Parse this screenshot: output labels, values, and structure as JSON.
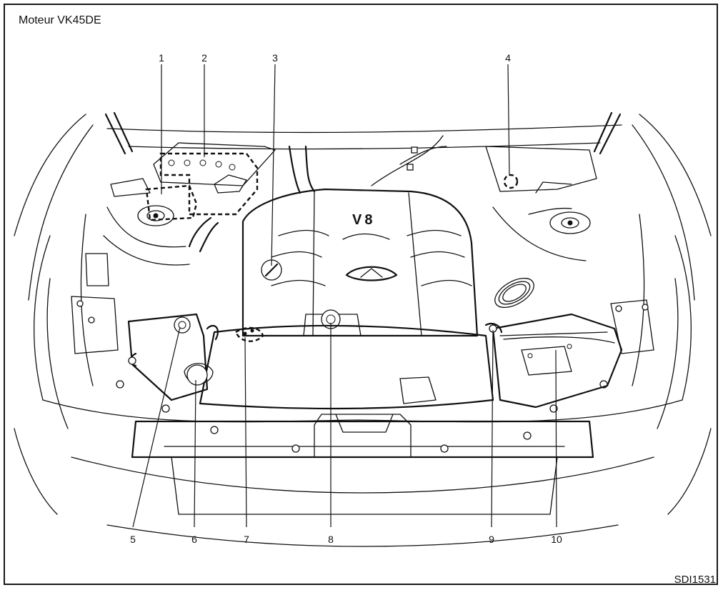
{
  "title": "Moteur VK45DE",
  "figure_id": "SDI1531",
  "engine_badge": "V8",
  "callouts": [
    {
      "num": "1"
    },
    {
      "num": "2"
    },
    {
      "num": "3"
    },
    {
      "num": "4"
    },
    {
      "num": "5"
    },
    {
      "num": "6"
    },
    {
      "num": "7"
    },
    {
      "num": "8"
    },
    {
      "num": "9"
    },
    {
      "num": "10"
    }
  ]
}
